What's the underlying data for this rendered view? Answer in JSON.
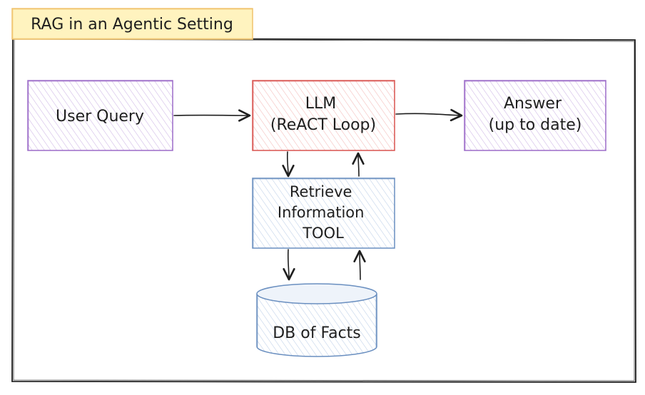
{
  "title": "RAG in an Agentic Setting",
  "nodes": {
    "user_query": {
      "lines": [
        "User Query"
      ]
    },
    "llm": {
      "lines": [
        "LLM",
        "(ReACT Loop)"
      ]
    },
    "answer": {
      "lines": [
        "Answer",
        "(up to date)"
      ]
    },
    "tool": {
      "lines": [
        "Retrieve",
        "Information",
        "TOOL"
      ]
    },
    "db": {
      "lines": [
        "DB of Facts"
      ]
    }
  },
  "colors": {
    "title_bg": "#fff3bf",
    "title_border": "#f0c36d",
    "purple_stroke": "#9c6bc8",
    "purple_fill": "#e9dcf5",
    "red_stroke": "#d9534f",
    "red_fill": "#fbe0e0",
    "blue_stroke": "#6a8fc0",
    "blue_fill": "#dde8f5",
    "ink": "#1e1e1e"
  }
}
